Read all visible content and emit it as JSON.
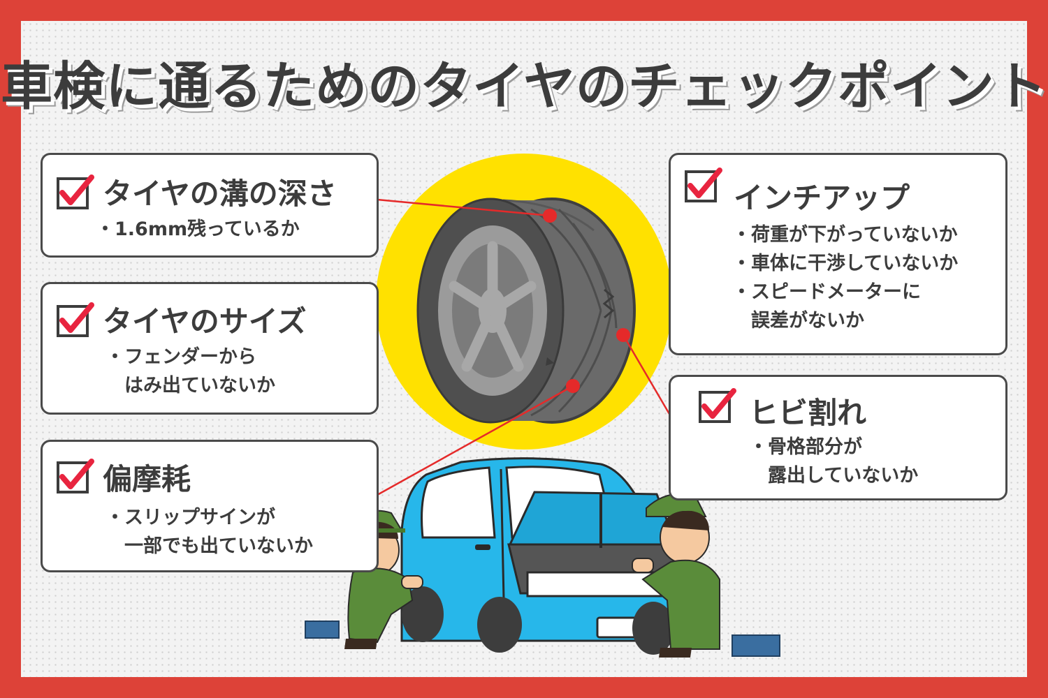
{
  "title": "車検に通るためのタイヤのチェックポイント",
  "cards": [
    {
      "heading": "タイヤの溝の深さ",
      "lines": [
        "1.6mm残っているか"
      ]
    },
    {
      "heading": "タイヤのサイズ",
      "lines": [
        "フェンダーから",
        "はみ出ていないか"
      ]
    },
    {
      "heading": "偏摩耗",
      "lines": [
        "スリップサインが",
        "一部でも出ていないか"
      ]
    },
    {
      "heading": "インチアップ",
      "lines": [
        "荷重が下がっていないか",
        "車体に干渉していないか",
        "スピードメーターに",
        "誤差がないか"
      ]
    },
    {
      "heading": "ヒビ割れ",
      "lines": [
        "骨格部分が",
        "露出していないか"
      ]
    }
  ],
  "colors": {
    "border": "#dd4238",
    "highlight": "#ffe100",
    "check": "#e8243f",
    "car": "#27b7ea",
    "uniform": "#5a8c3a",
    "tire": "#5b5b5b"
  },
  "icons": [
    "checkbox-icon",
    "tire-icon",
    "car-icon",
    "mechanic-icon",
    "toolbox-icon"
  ]
}
